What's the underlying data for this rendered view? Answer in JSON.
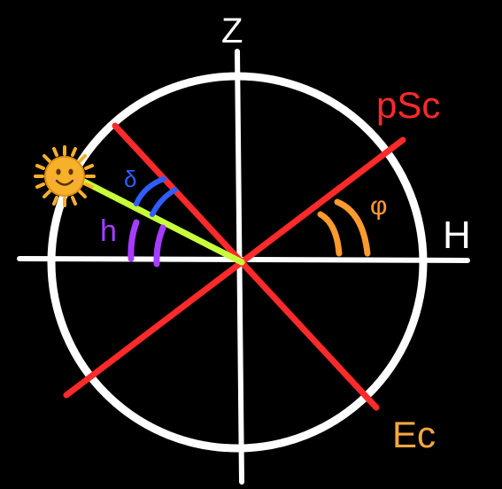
{
  "diagram": {
    "labels": {
      "zenith": "Z",
      "horizon": "H",
      "celestial_pole": "pSc",
      "celestial_equator": "Ec",
      "delta": "δ",
      "h": "h",
      "phi": "φ"
    },
    "colors": {
      "background": "#000000",
      "circle": "#ffffff",
      "axes": "#ffffff",
      "red_lines": "#ff2a2a",
      "sun_ray": "#c8ff3c",
      "delta_arc": "#2f5dff",
      "h_arc": "#a63cff",
      "phi_arc": "#ff9a2e",
      "equator_label": "#f5a742",
      "sun": "#f6b129"
    },
    "icons": {
      "sun": "sun-icon"
    }
  }
}
